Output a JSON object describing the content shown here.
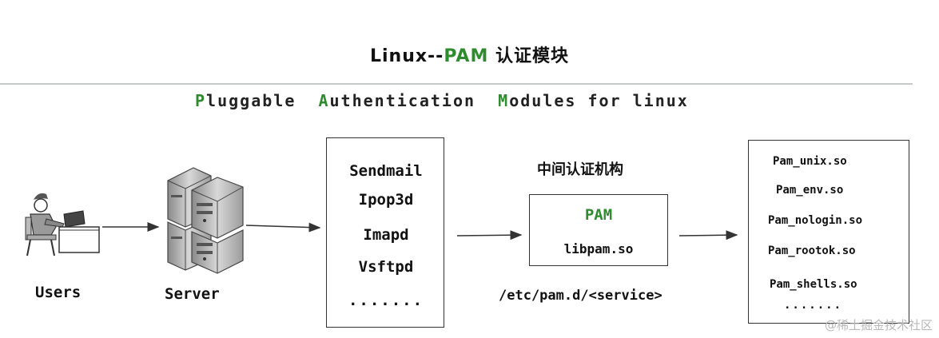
{
  "header": {
    "title_prefix": "Linux--",
    "title_pam": "PAM",
    "title_suffix": " 认证模块",
    "subtitle": {
      "p": "P",
      "p_rest": "luggable  ",
      "a": "A",
      "a_rest": "uthentication  ",
      "m": "M",
      "m_rest": "odules for linux"
    }
  },
  "nodes": {
    "users_label": "Users",
    "server_label": "Server"
  },
  "services": [
    "Sendmail",
    "Ipop3d",
    "Imapd",
    "Vsftpd",
    "......."
  ],
  "pam": {
    "heading": "中间认证机构",
    "name": "PAM",
    "library": "libpam.so",
    "config_path": "/etc/pam.d/<service>"
  },
  "modules": [
    "Pam_unix.so",
    "Pam_env.so",
    "Pam_nologin.so",
    "Pam_rootok.so",
    "Pam_shells.so",
    "......."
  ],
  "watermark": "@稀土掘金技术社区",
  "colors": {
    "accent_green": "#2e8b2e",
    "line": "#333333",
    "rule": "#c7cbc7"
  }
}
